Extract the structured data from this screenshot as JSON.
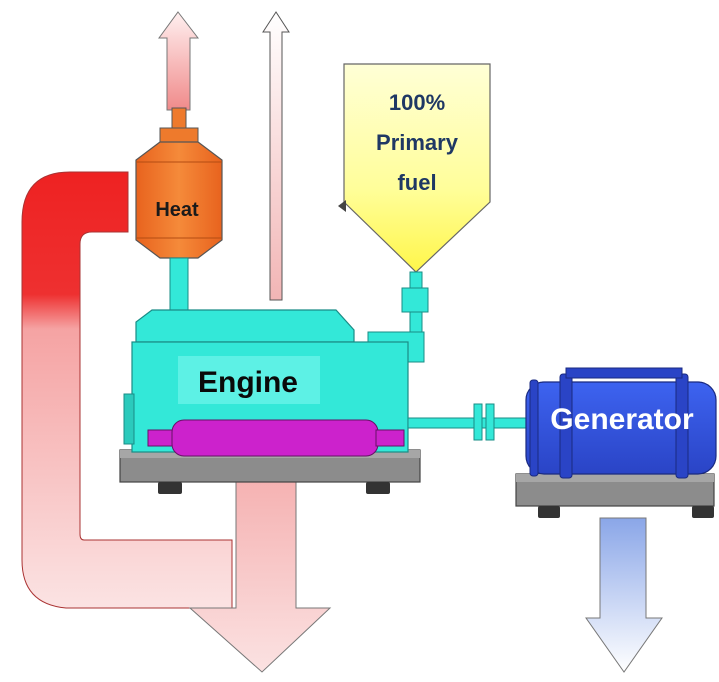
{
  "diagram": {
    "labels": {
      "heat": "Heat",
      "fuel_line1": "100%",
      "fuel_line2": "Primary",
      "fuel_line3": "fuel",
      "engine": "Engine",
      "generator": "Generator"
    },
    "colors": {
      "engine_body": "#33e8d8",
      "engine_outline": "#1a8c86",
      "heat_exchanger": "#ee7a2c",
      "fuel_tank": "#fffe99",
      "generator": "#3354dd",
      "crankshaft": "#cc22cc",
      "exhaust_duct": "#ee2b2b",
      "base_plate": "#8c8c8c"
    },
    "icons": {
      "exhaust_arrow": "arrow-up-icon",
      "waste_arrow": "arrow-down-icon"
    }
  }
}
